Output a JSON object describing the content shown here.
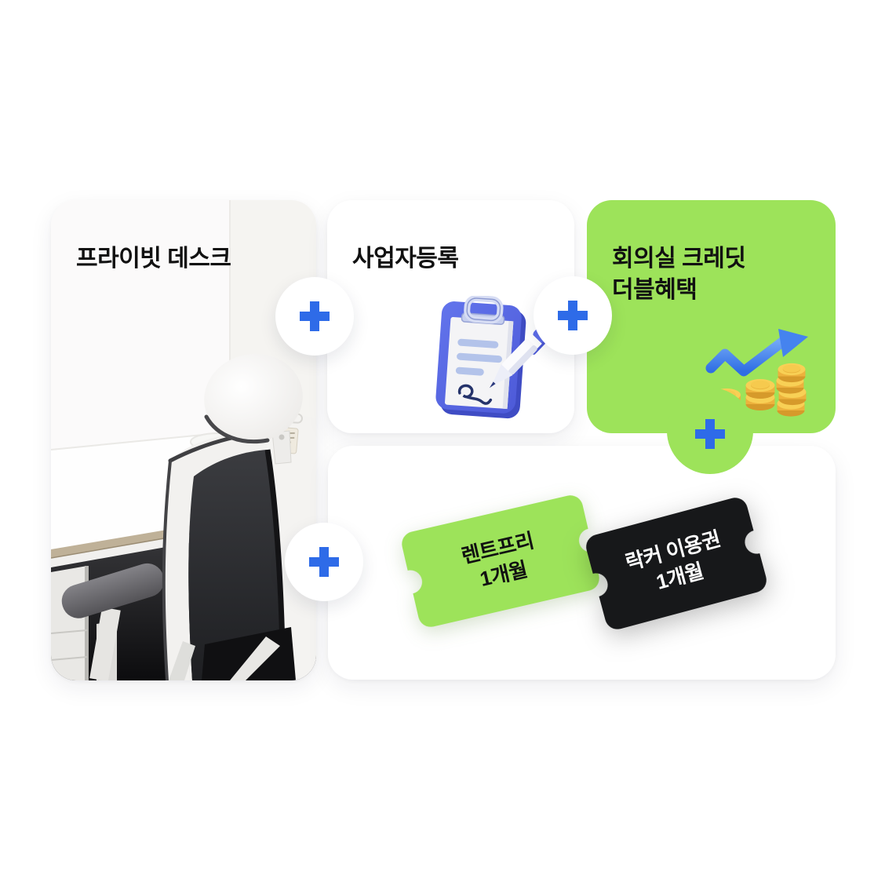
{
  "page": {
    "description": "Private desk promotion bundle graphic",
    "background": "#FFFFFF"
  },
  "cards": {
    "private_desk": {
      "title": "프라이빗 데스크",
      "image": "private-desk-office-chair-photo"
    },
    "business_registration": {
      "title": "사업자등록",
      "icon": "clipboard-pen-3d-icon"
    },
    "meeting_room_credit": {
      "title_line1": "회의실 크레딧",
      "title_line2": "더블혜택",
      "icon": "growth-arrow-coins-3d-icon"
    },
    "coupons": {
      "rent_free": {
        "line1": "렌트프리",
        "line2": "1개월"
      },
      "locker_pass": {
        "line1": "락커 이용권",
        "line2": "1개월"
      }
    }
  },
  "connectors": {
    "symbol": "+",
    "count": 4,
    "icon": "plus-icon"
  },
  "colors": {
    "accent_blue": "#2E6BE8",
    "brand_green": "#9DE35A",
    "ticket_black": "#17181A",
    "card_white": "#FFFFFF",
    "title_text": "#111111"
  }
}
